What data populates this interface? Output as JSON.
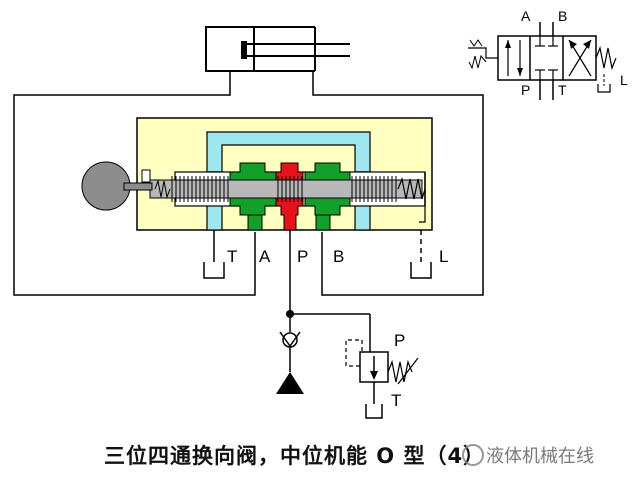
{
  "colors": {
    "yellow_body": "#ffffc0",
    "cyan_passage": "#9fe7ee",
    "green_land": "#12a02a",
    "red_land": "#e8101a",
    "spool_gray": "#b8b8b8",
    "handle_gray": "#8d8d8d"
  },
  "ports": {
    "t": "T",
    "a": "A",
    "p": "P",
    "b": "B",
    "l": "L"
  },
  "symbol": {
    "a": "A",
    "b": "B",
    "p": "P",
    "t": "T",
    "l": "L"
  },
  "relief_valve": {
    "p": "P",
    "t": "T"
  },
  "caption": "三位四通换向阀，中位机能 O 型（4）",
  "watermark": "液体机械在线"
}
